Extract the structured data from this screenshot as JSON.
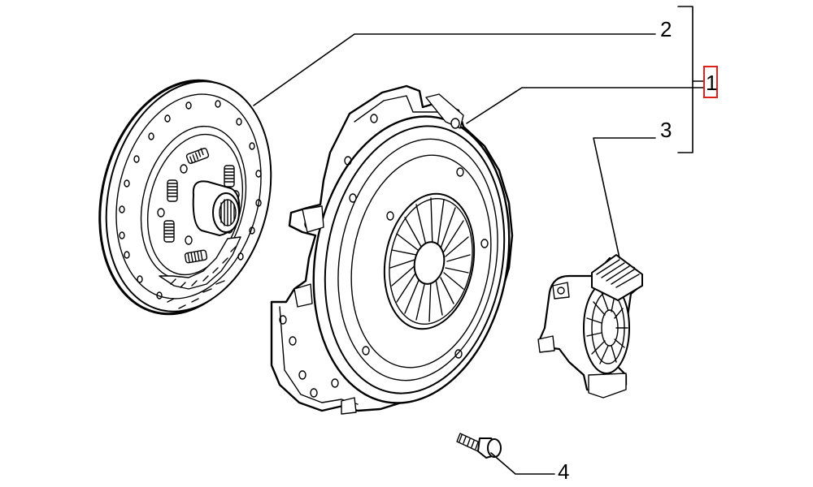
{
  "parts": [
    {
      "id": "1",
      "label": "1",
      "highlighted": true
    },
    {
      "id": "2",
      "label": "2",
      "highlighted": false
    },
    {
      "id": "3",
      "label": "3",
      "highlighted": false
    },
    {
      "id": "4",
      "label": "4",
      "highlighted": false
    }
  ],
  "colors": {
    "line": "#000000",
    "background": "#ffffff",
    "highlight": "#e0201b"
  }
}
